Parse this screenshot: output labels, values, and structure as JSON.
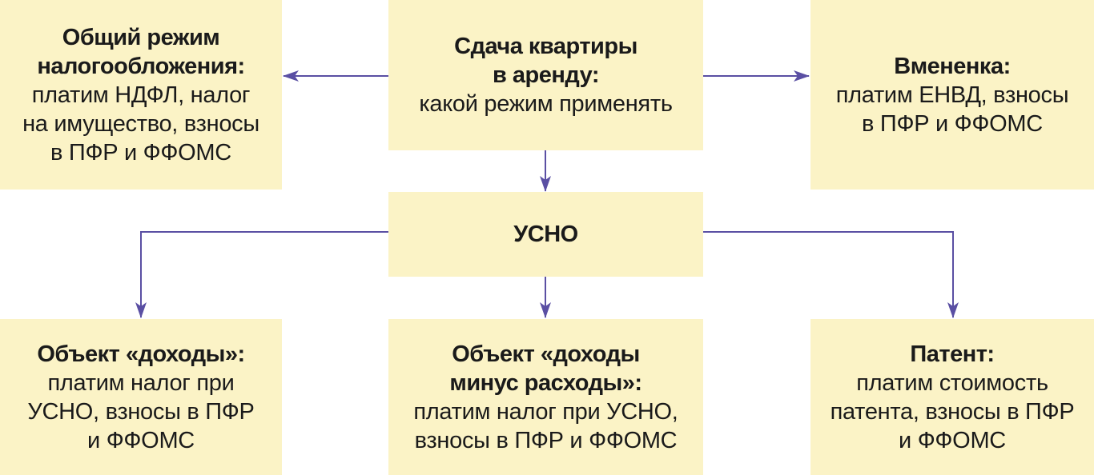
{
  "diagram": {
    "colors": {
      "box_fill": "#fbf3c6",
      "arrow": "#5a4fa3",
      "text": "#1a1a1a"
    },
    "boxes": {
      "center": {
        "title": "Сдача квартиры\nв аренду:",
        "desc": "какой режим применять"
      },
      "left": {
        "title": "Общий режим\nналогообложения:",
        "desc": "платим НДФЛ, налог\nна имущество, взносы\nв ПФР и ФФОМС"
      },
      "right": {
        "title": "Вмененка:",
        "desc": "платим ЕНВД, взносы\nв ПФР и ФФОМС"
      },
      "usno": {
        "title": "УСНО"
      },
      "income": {
        "title": "Объект «доходы»:",
        "desc": "платим налог при\nУСНО, взносы в ПФР\nи ФФОМС"
      },
      "income_minus": {
        "title": "Объект «доходы\nминус расходы»:",
        "desc": "платим налог при УСНО,\nвзносы в ПФР и ФФОМС"
      },
      "patent": {
        "title": "Патент:",
        "desc": "платим стоимость\nпатента, взносы в ПФР\nи ФФОМС"
      }
    },
    "connections": [
      {
        "from": "center",
        "to": "left"
      },
      {
        "from": "center",
        "to": "right"
      },
      {
        "from": "center",
        "to": "usno"
      },
      {
        "from": "usno",
        "to": "income"
      },
      {
        "from": "usno",
        "to": "income_minus"
      },
      {
        "from": "usno",
        "to": "patent"
      }
    ]
  }
}
